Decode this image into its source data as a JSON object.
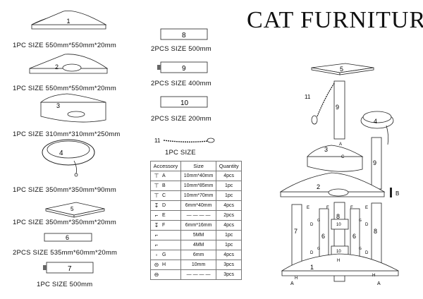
{
  "title": "CAT FURNITURE",
  "parts_left": [
    {
      "number": "1",
      "size": "1PC SIZE 550mm*550mm*20mm"
    },
    {
      "number": "2",
      "size": "1PC SIZE 550mm*550mm*20mm"
    },
    {
      "number": "3",
      "size": "1PC SIZE 310mm*310mm*250mm"
    },
    {
      "number": "4",
      "size": "1PC SIZE 350mm*350mm*90mm"
    },
    {
      "number": "5",
      "size": "1PC SIZE 350mm*350mm*20mm"
    },
    {
      "number": "6",
      "size": "2PCS SIZE 535mm*60mm*20mm"
    },
    {
      "number": "7",
      "size": "1PC SIZE 500mm"
    }
  ],
  "parts_middle": [
    {
      "number": "8",
      "size": "2PCS SIZE 500mm"
    },
    {
      "number": "9",
      "size": "2PCS  SIZE  400mm"
    },
    {
      "number": "10",
      "size": "2PCS SIZE 200mm"
    },
    {
      "number": "11",
      "size": "1PC SIZE"
    }
  ],
  "table": {
    "headers": [
      "Accessory",
      "Size",
      "Quantity"
    ],
    "rows": [
      {
        "label": "A",
        "icon": "bolt-icon",
        "size": "10mm*40mm",
        "qty": "4pcs"
      },
      {
        "label": "B",
        "icon": "bolt-icon",
        "size": "10mm*85mm",
        "qty": "1pc"
      },
      {
        "label": "C",
        "icon": "bolt-icon",
        "size": "10mm*70mm",
        "qty": "1pc"
      },
      {
        "label": "D",
        "icon": "screw-icon",
        "size": "6mm*40mm",
        "qty": "4pcs"
      },
      {
        "label": "E",
        "icon": "bracket-icon",
        "size": "— — — —",
        "qty": "2pcs"
      },
      {
        "label": "F",
        "icon": "screw-icon",
        "size": "6mm*16mm",
        "qty": "4pcs"
      },
      {
        "label": "",
        "icon": "hex-key-icon",
        "size": "5MM",
        "qty": "1pc"
      },
      {
        "label": "",
        "icon": "hex-key-icon",
        "size": "4MM",
        "qty": "1pc"
      },
      {
        "label": "G",
        "icon": "washer-icon",
        "size": "6mm",
        "qty": "4pcs"
      },
      {
        "label": "H",
        "icon": "washer-icon",
        "size": "10mm",
        "qty": "3pcs"
      },
      {
        "label": "",
        "icon": "cap-icon",
        "size": "— — — —",
        "qty": "3pcs"
      }
    ]
  },
  "assembly_labels": {
    "p5": "5",
    "p11": "11",
    "p9a": "9",
    "p4": "4",
    "p3": "3",
    "p9b": "9",
    "p2": "2",
    "b": "B",
    "p7": "7",
    "p6a": "6",
    "p8a": "8",
    "p10": "10",
    "p6b": "6",
    "p8b": "8",
    "p1": "1",
    "a1": "A",
    "a2": "A",
    "a3": "A",
    "c": "C",
    "e1": "E",
    "e2": "E",
    "f1": "F",
    "f2": "F",
    "d1": "D",
    "d2": "D",
    "d3": "D",
    "d4": "D",
    "g1": "G",
    "g2": "G",
    "g3": "G",
    "g4": "G",
    "h1": "H",
    "h2": "H",
    "h3": "H"
  }
}
